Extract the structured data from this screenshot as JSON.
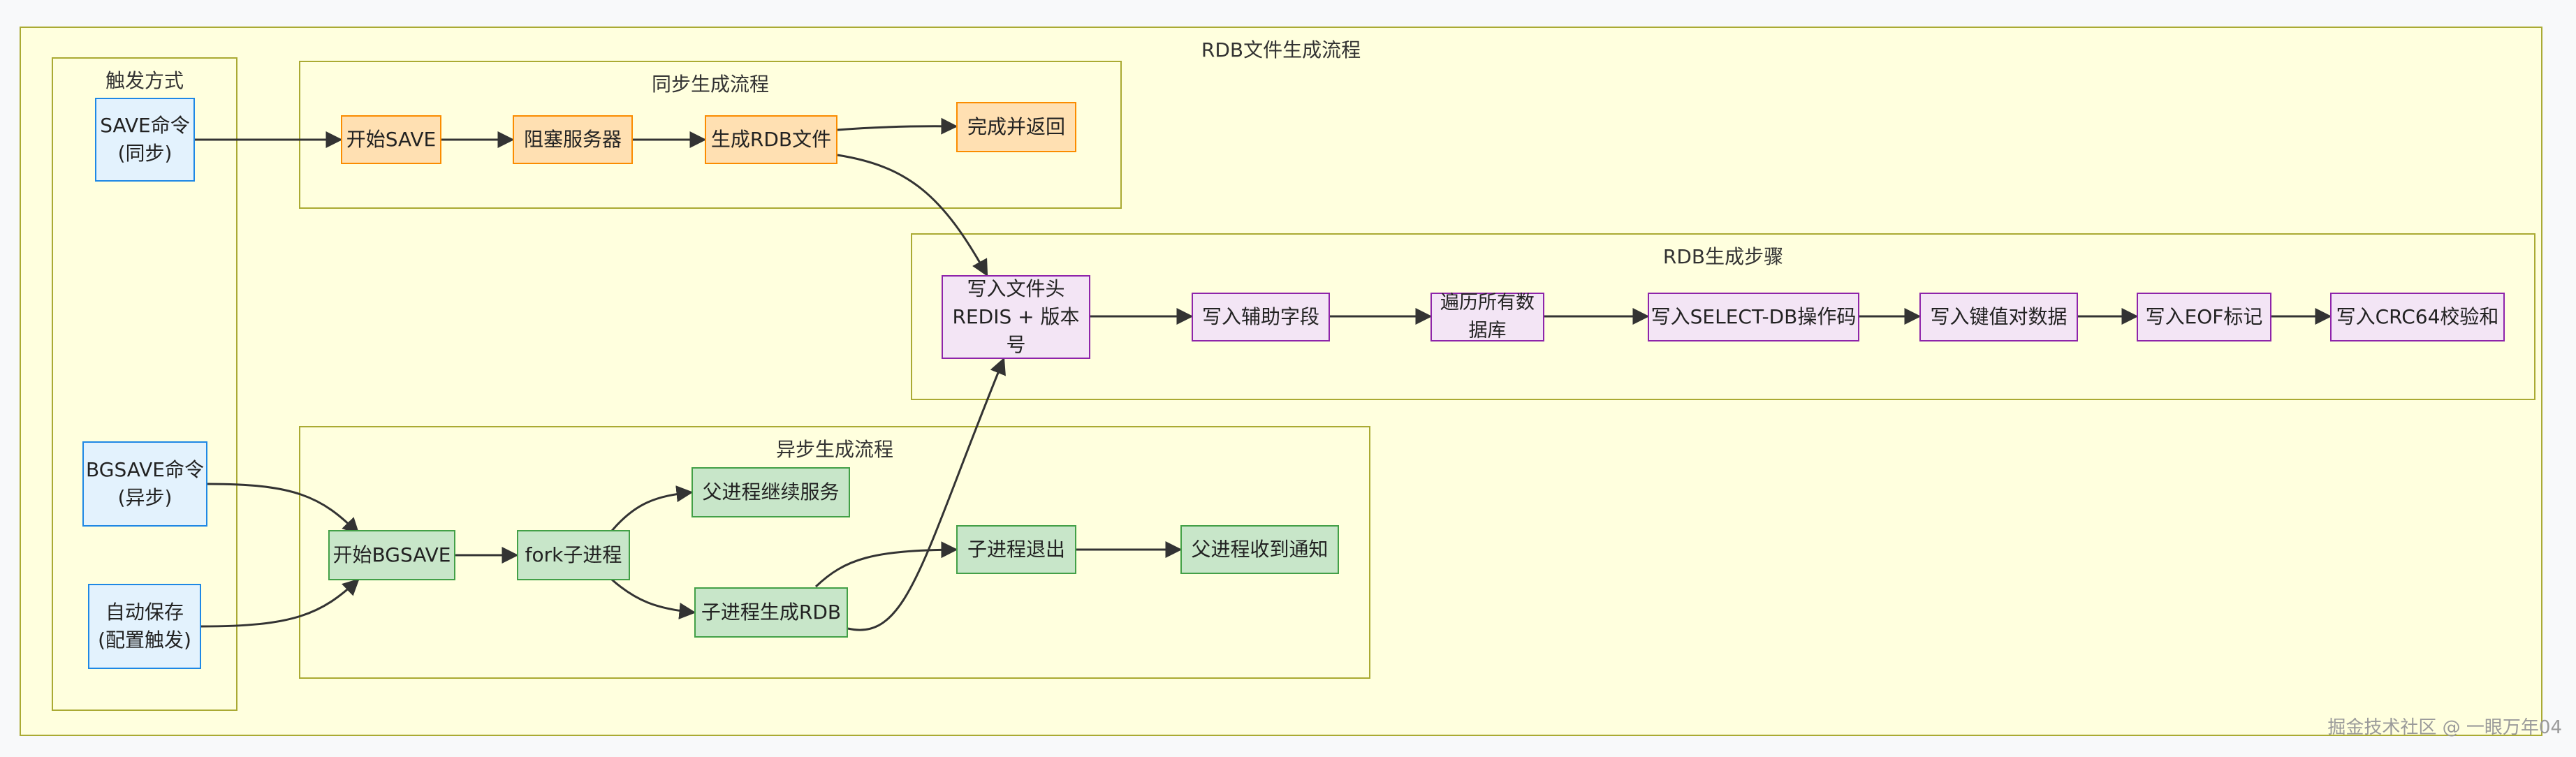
{
  "clusters": {
    "outer": "RDB文件生成流程",
    "trigger": "触发方式",
    "sync": "同步生成流程",
    "steps": "RDB生成步骤",
    "async": "异步生成流程"
  },
  "nodes": {
    "save_cmd": [
      "SAVE命令",
      "(同步)"
    ],
    "bgsave_cmd": [
      "BGSAVE命令",
      "(异步)"
    ],
    "auto_save": [
      "自动保存",
      "(配置触发)"
    ],
    "start_save": [
      "开始SAVE"
    ],
    "block_server": [
      "阻塞服务器"
    ],
    "gen_rdb": [
      "生成RDB文件"
    ],
    "done_return": [
      "完成并返回"
    ],
    "write_header": [
      "写入文件头",
      "REDIS + 版本号"
    ],
    "write_aux": [
      "写入辅助字段"
    ],
    "iter_db": [
      "遍历所有数据库"
    ],
    "write_selectdb": [
      "写入SELECT-DB操作码"
    ],
    "write_kv": [
      "写入键值对数据"
    ],
    "write_eof": [
      "写入EOF标记"
    ],
    "write_crc": [
      "写入CRC64校验和"
    ],
    "start_bgsave": [
      "开始BGSAVE"
    ],
    "fork_child": [
      "fork子进程"
    ],
    "parent_continue": [
      "父进程继续服务"
    ],
    "child_gen_rdb": [
      "子进程生成RDB"
    ],
    "child_exit": [
      "子进程退出"
    ],
    "parent_notified": [
      "父进程收到通知"
    ]
  },
  "colors": {
    "trigger": "#e3f2fd",
    "sync": "#ffe0b2",
    "steps": "#f3e5f5",
    "async": "#c8e6c9",
    "cluster_bg": "#ffffde",
    "cluster_border": "#aaaa33",
    "edge": "#333333"
  },
  "watermark": "掘金技术社区 @ 一眼万年04"
}
